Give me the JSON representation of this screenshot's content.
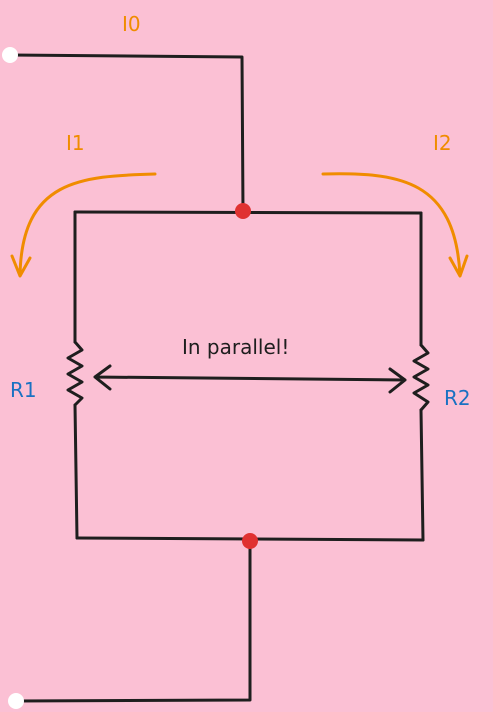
{
  "labels": {
    "i0": "I0",
    "i1": "I1",
    "i2": "I2",
    "r1": "R1",
    "r2": "R2",
    "parallel_note": "In parallel!"
  },
  "colors": {
    "background": "#fbc0d4",
    "wire": "#1e1e1e",
    "current_arrow": "#f08c00",
    "resistor_label": "#1971c2",
    "junction": "#e03131",
    "terminal": "#ffffff"
  }
}
